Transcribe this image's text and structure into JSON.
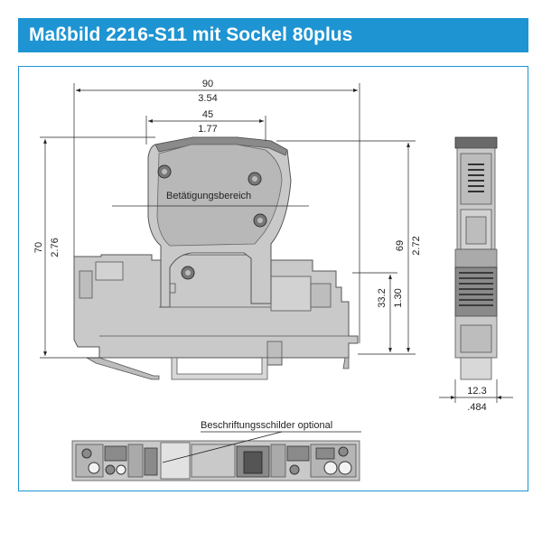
{
  "title": "Maßbild 2216-S11 mit Sockel 80plus",
  "colors": {
    "accent": "#1e94d2",
    "body": "#c9c9c9",
    "dark": "#555555"
  },
  "labels": {
    "actuation_area": "Betätigungsbereich",
    "label_tags": "Beschriftungsschilder optional"
  },
  "dimensions": {
    "width_mm": "90",
    "width_in": "3.54",
    "cap_mm": "45",
    "cap_in": "1.77",
    "height_mm": "70",
    "height_in": "2.76",
    "height2_mm": "69",
    "height2_in": "2.72",
    "base_mm": "33.2",
    "base_in": "1.30",
    "depth_mm": "12.3",
    "depth_in": ".484"
  }
}
